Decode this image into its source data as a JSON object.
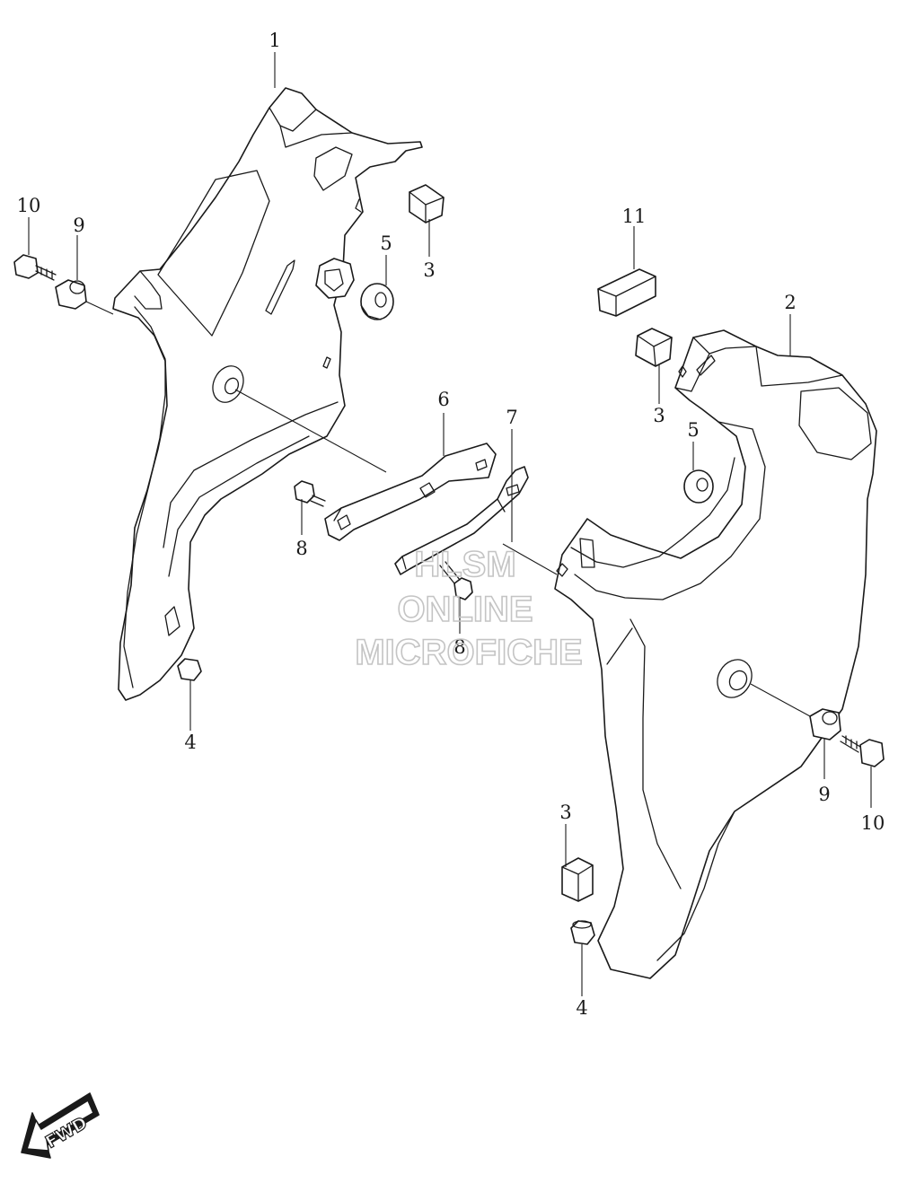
{
  "diagram": {
    "callouts": {
      "c1": "1",
      "c2": "2",
      "c3a": "3",
      "c3b": "3",
      "c3c": "3",
      "c4a": "4",
      "c4b": "4",
      "c5a": "5",
      "c5b": "5",
      "c6": "6",
      "c7": "7",
      "c8a": "8",
      "c8b": "8",
      "c9a": "9",
      "c9b": "9",
      "c10a": "10",
      "c10b": "10",
      "c11": "11"
    },
    "watermark": {
      "line1": "HLSM",
      "line2": "ONLINE",
      "line3": "MICROFICHE"
    },
    "direction_badge": "FWD"
  }
}
